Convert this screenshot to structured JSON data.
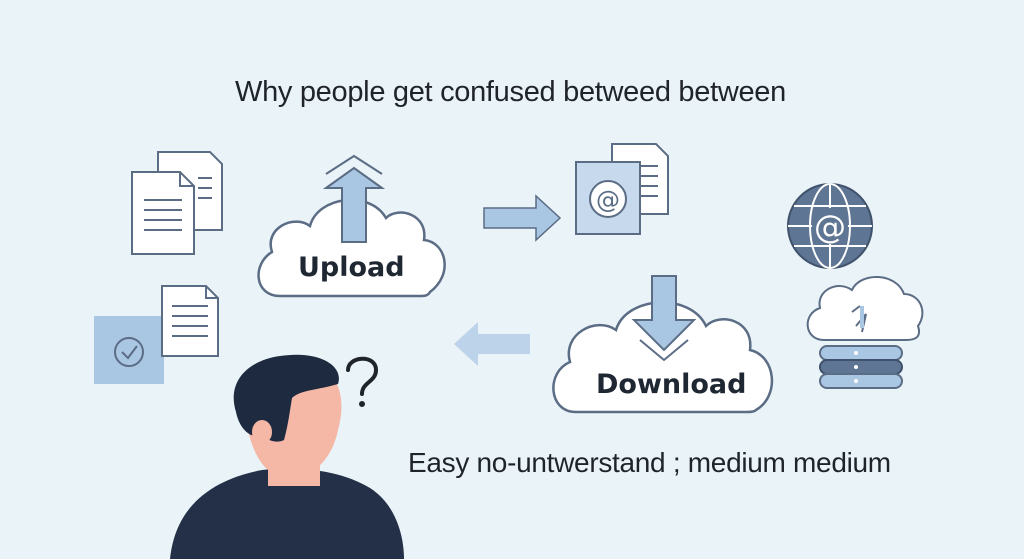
{
  "title": "Why people get confused betweed between",
  "caption": "Easy no-untwerstand ; medium medium",
  "labels": {
    "upload": "Upload",
    "download": "Download"
  },
  "colors": {
    "background": "#eaf3f8",
    "accent": "#a9c6e3",
    "outline": "#5b6c85",
    "hair": "#1d2a3f",
    "skin": "#f5b7a6",
    "shirt": "#233047"
  },
  "icons": [
    "document-stack-icon",
    "checkbox-icon",
    "upload-cloud-icon",
    "arrow-right-icon",
    "email-document-icon",
    "at-globe-icon",
    "download-cloud-icon",
    "arrow-left-icon",
    "cloud-server-icon",
    "question-mark-icon",
    "person-illustration"
  ]
}
